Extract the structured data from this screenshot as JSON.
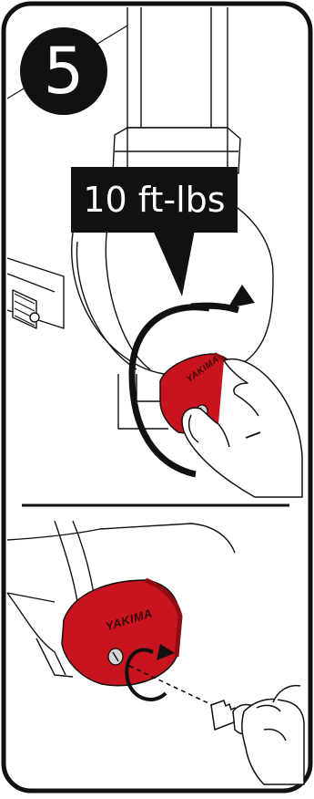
{
  "step": {
    "number": "5"
  },
  "torque": {
    "label": "10 ft-lbs"
  },
  "brand": {
    "name": "YAKIMA"
  },
  "colors": {
    "lock_red": "#c8141e",
    "lock_dark": "#8e0c12",
    "outline": "#111111"
  },
  "icons": {
    "top": [
      "bar-icon",
      "lock-core-icon",
      "tighten-arrow-icon",
      "hand-icon"
    ],
    "bottom": [
      "lock-core-icon",
      "rotate-arrow-icon",
      "key-icon",
      "hand-icon"
    ]
  }
}
